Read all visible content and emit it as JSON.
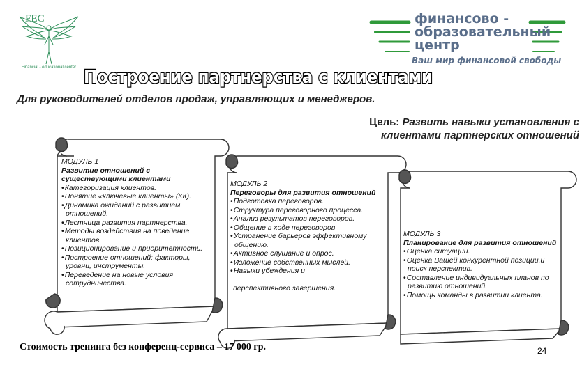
{
  "logo_left": {
    "text": "FEC",
    "tagline": "Financial - educational center"
  },
  "brand": {
    "line1": "финансово -",
    "line2": "образовательный",
    "line3": "центр",
    "slogan": "Ваш мир финансовой свободы",
    "color": "#5a6e8a",
    "accent": "#2f9a3a"
  },
  "title": "Построение партнерства с клиентами",
  "audience": "Для руководителей отделов продаж, управляющих и менеджеров.",
  "goal": {
    "label": "Цель:",
    "text": "Развить навыки установления с клиентами партнерских отношений"
  },
  "modules": [
    {
      "label": "МОДУЛЬ 1",
      "title": "Развитие отношений с существующими клиентами",
      "items": [
        "Категоризация клиентов.",
        "Понятие «ключевые клиенты» (КК).",
        "Динамика ожиданий с развитием отношений.",
        "Лестница развития партнерства.",
        "Методы воздействия на поведение клиентов.",
        "Позиционирование и приоритетность.",
        "Построение отношений: факторы, уровни, инструменты.",
        "Переведение на новые условия сотрудничества."
      ]
    },
    {
      "label": "МОДУЛЬ 2",
      "title": "Переговоры для развития отношений",
      "items": [
        "Подготовка переговоров.",
        "Структура переговорного процесса.",
        "Анализ результатов переговоров.",
        "Общение в ходе переговоров",
        "Устранение барьеров эффективному общению.",
        "Активное слушание и опрос.",
        "Изложение собственных мыслей.",
        "Навыки убеждения и"
      ],
      "tail": "перспективного завершения."
    },
    {
      "label": "МОДУЛЬ 3",
      "title": "Планирование для развития отношений",
      "items": [
        "Оценка ситуации.",
        "Оценка Вашей конкурентной позиции.и поиск перспектив.",
        "Составление индивидуальных планов по развитию отношений.",
        "Помощь команды в развитии клиента."
      ]
    }
  ],
  "cost": "Стоимость тренинга без конференц-сервиса – 17 000 гр.",
  "page_number": "24"
}
